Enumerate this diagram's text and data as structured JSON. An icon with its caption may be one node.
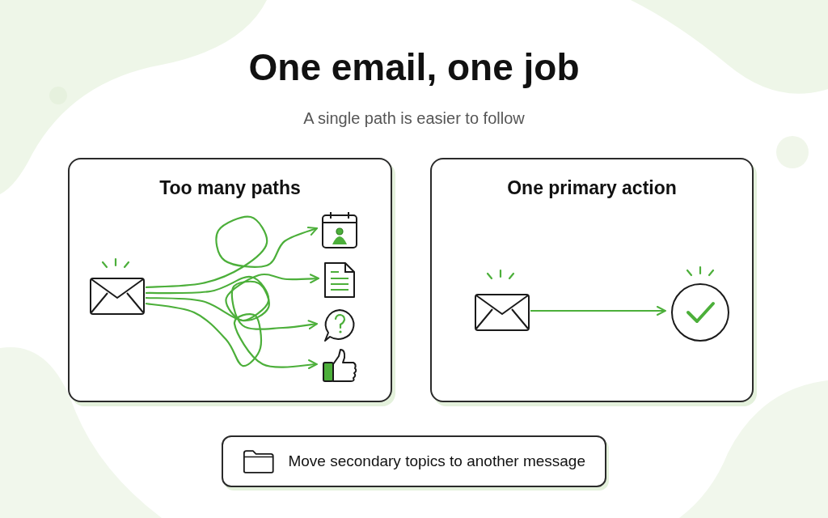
{
  "diagram": {
    "title": "One email, one job",
    "nodes": [
      {
        "text": [
          "Too many paths"
        ]
      },
      {
        "text": [],
        "shape": "envelope",
        "in": 0
      },
      {
        "text": [],
        "shape": "calendar",
        "in": 0
      },
      {
        "text": [],
        "shape": "document",
        "in": 0
      },
      {
        "text": [],
        "shape": "speech-bubble",
        "in": 0
      },
      {
        "text": [],
        "shape": "thumbs-up",
        "in": 0
      },
      {
        "text": [
          "One primary action"
        ]
      },
      {
        "text": [],
        "shape": "envelope",
        "in": 6
      },
      {
        "text": [],
        "shape": "circle",
        "in": 6
      },
      {
        "text": [
          "Move secondary topics to another message"
        ]
      }
    ],
    "edges": [
      {
        "from": 1,
        "to": 2,
        "arrow": "to"
      },
      {
        "from": 1,
        "to": 3,
        "arrow": "to"
      },
      {
        "from": 1,
        "to": 4,
        "arrow": "to"
      },
      {
        "from": 1,
        "to": 5,
        "arrow": "to"
      },
      {
        "from": 7,
        "to": 8,
        "arrow": "to"
      }
    ],
    "labels": [
      "A single path is easier to follow"
    ]
  }
}
